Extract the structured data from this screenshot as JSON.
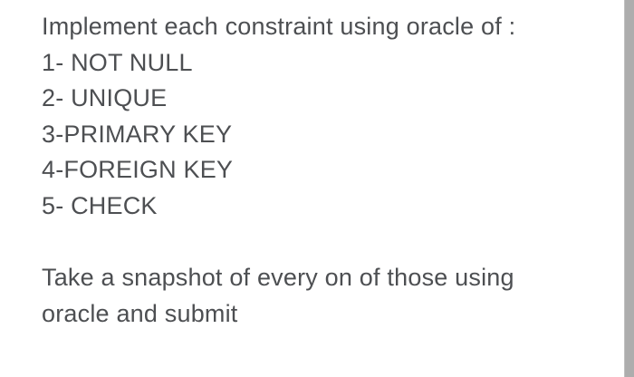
{
  "page": {
    "background_color": "#ffffff",
    "text_color": "#4d4f52",
    "scrollbar_color": "#adadad"
  },
  "task": {
    "intro": "Implement each constraint using oracle of :",
    "constraints": [
      "1- NOT NULL",
      "2- UNIQUE",
      "3-PRIMARY KEY",
      "4-FOREIGN KEY",
      "5- CHECK"
    ],
    "footer_lines": [
      "Take a snapshot of every on of those using",
      "oracle and submit"
    ]
  }
}
